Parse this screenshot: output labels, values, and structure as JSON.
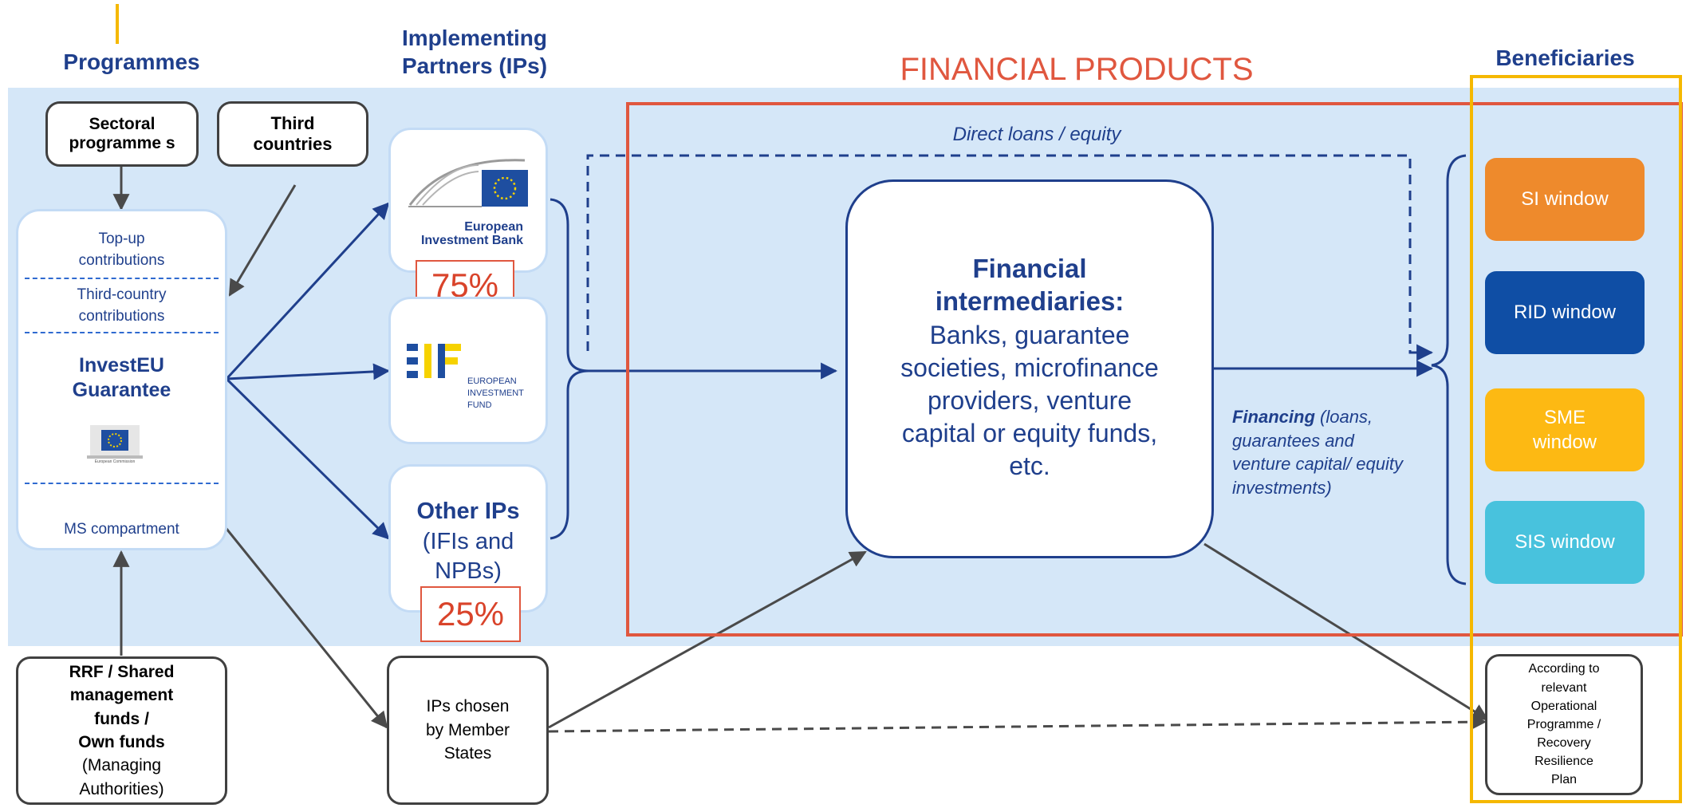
{
  "colors": {
    "panel_bg": "#d5e7f8",
    "dark_blue": "#1f3f8c",
    "red": "#e0573f",
    "gold": "#f5b800",
    "orange": "#ee8a2c",
    "navy": "#0f4ea5",
    "yellow": "#fdb913",
    "cyan": "#48c2dd"
  },
  "headers": {
    "programmes": "Programmes",
    "implementing_line1": "Implementing",
    "implementing_line2": "Partners (IPs)",
    "financial_products": "FINANCIAL PRODUCTS",
    "beneficiaries": "Beneficiaries"
  },
  "programmes": {
    "sectoral": "Sectoral programme s",
    "third_countries": "Third countries",
    "top_up_line1": "Top-up",
    "top_up_line2": "contributions",
    "third_country_line1": "Third-country",
    "third_country_line2": "contributions",
    "investeu_line1": "InvestEU",
    "investeu_line2": "Guarantee",
    "ec_logo_text": "European Commission",
    "ms_compartment": "MS compartment",
    "rrf_line1": "RRF / Shared",
    "rrf_line2": "management",
    "rrf_line3": "funds /",
    "rrf_line4": "Own funds",
    "rrf_line5": "(Managing",
    "rrf_line6": "Authorities)"
  },
  "partners": {
    "eib_line1": "European",
    "eib_line2": "Investment Bank",
    "eib_pct": "75%",
    "eif_line1": "EUROPEAN",
    "eif_line2": "INVESTMENT",
    "eif_line3": "FUND",
    "other_line1": "Other IPs",
    "other_line2": "(IFIs and",
    "other_line3": "NPBs)",
    "other_pct": "25%",
    "ms_line1": "IPs chosen",
    "ms_line2": "by Member",
    "ms_line3": "States"
  },
  "products": {
    "direct_loans": "Direct loans / equity",
    "fi_title_line1": "Financial",
    "fi_title_line2": "intermediaries:",
    "fi_body_line1": "Banks, guarantee",
    "fi_body_line2": "societies, microfinance",
    "fi_body_line3": "providers, venture",
    "fi_body_line4": "capital or equity funds,",
    "fi_body_line5": "etc.",
    "financing_bold": "Financing",
    "financing_line1": " (loans,",
    "financing_line2": "guarantees and",
    "financing_line3": "venture capital/ equity",
    "financing_line4": "investments)"
  },
  "beneficiaries": {
    "si": "SI window",
    "rid": "RID window",
    "sme_line1": "SME",
    "sme_line2": "window",
    "sis": "SIS window",
    "op_line1": "According to",
    "op_line2": "relevant",
    "op_line3": "Operational",
    "op_line4": "Programme /",
    "op_line5": "Recovery",
    "op_line6": "Resilience",
    "op_line7": "Plan"
  }
}
